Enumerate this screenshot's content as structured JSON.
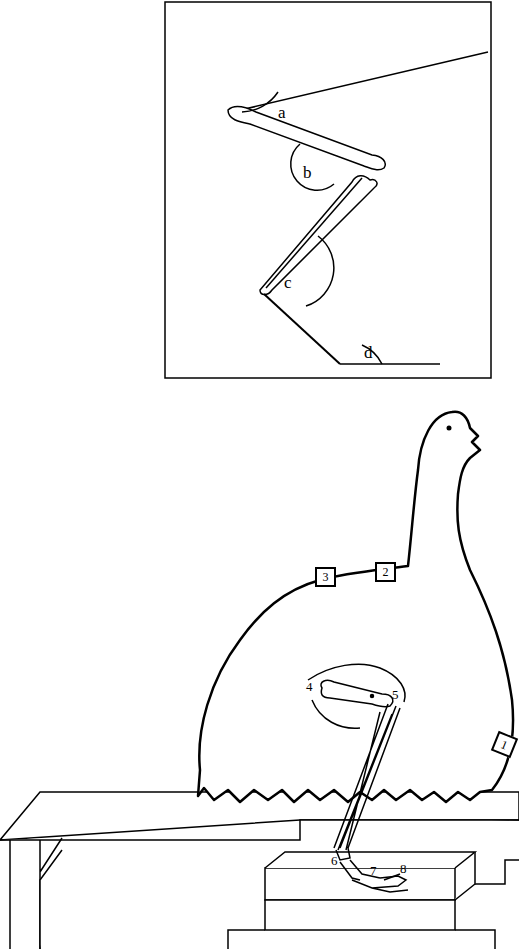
{
  "diagram": {
    "nodes": [
      {
        "text": [
          "1"
        ]
      },
      {
        "text": [
          "2"
        ]
      },
      {
        "text": [
          "3"
        ]
      }
    ],
    "labels": [
      "a",
      "b",
      "c",
      "d",
      "4",
      "5",
      "6",
      "7",
      "8"
    ]
  }
}
